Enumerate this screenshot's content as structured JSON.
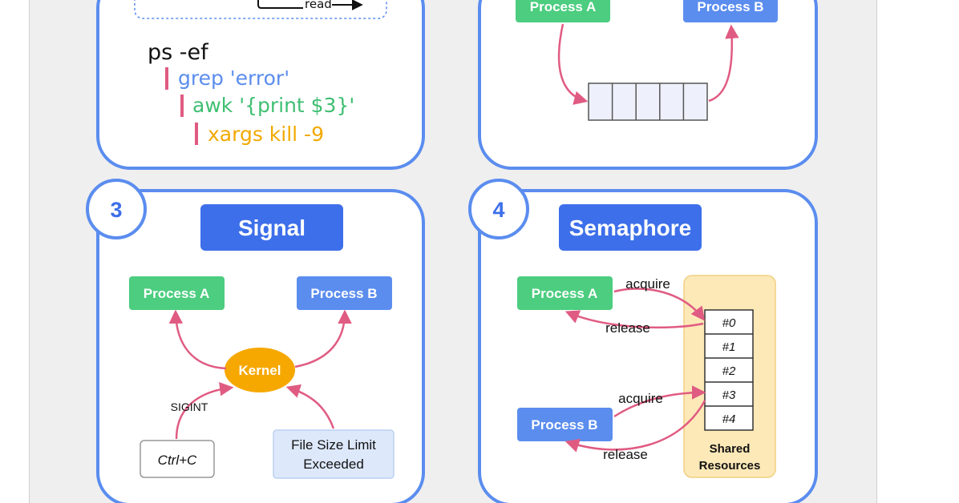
{
  "colors": {
    "panel_border": "#5b8def",
    "title_bg": "#3d6fea",
    "process_a": "#4ccd7f",
    "process_b": "#5b8def",
    "kernel": "#f6a800",
    "arrow": "#e05b82",
    "pipe_bar": "#e05b82",
    "cmd_grep": "#5b8def",
    "cmd_awk": "#3fbf72",
    "cmd_xargs": "#f2a900",
    "shared_bg": "#fde9b8"
  },
  "panel1": {
    "read_label": "read",
    "cmd_ps": "ps -ef",
    "cmd_grep": "grep 'error'",
    "cmd_awk": "awk '{print $3}'",
    "cmd_xargs": "xargs kill -9"
  },
  "panel2": {
    "process_a": "Process A",
    "process_b": "Process B",
    "queue_slots": 5
  },
  "panel3": {
    "number": "3",
    "title": "Signal",
    "process_a": "Process A",
    "process_b": "Process B",
    "kernel": "Kernel",
    "sigint": "SIGINT",
    "ctrl_c": "Ctrl+C",
    "file_limit_line1": "File Size Limit",
    "file_limit_line2": "Exceeded"
  },
  "panel4": {
    "number": "4",
    "title": "Semaphore",
    "process_a": "Process A",
    "process_b": "Process B",
    "acquire_a": "acquire",
    "release_a": "release",
    "acquire_b": "acquire",
    "release_b": "release",
    "slots": [
      "#0",
      "#1",
      "#2",
      "#3",
      "#4"
    ],
    "shared_line1": "Shared",
    "shared_line2": "Resources"
  }
}
